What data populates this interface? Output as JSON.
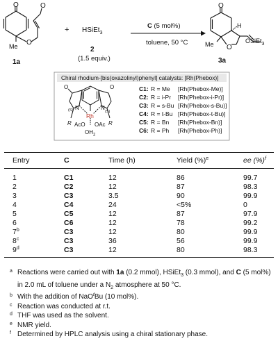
{
  "scheme": {
    "reactant_label": "1a",
    "reagent_formula": "HSiEt",
    "reagent_sub": "3",
    "reagent_label": "2",
    "reagent_equiv": "(1.5 equiv.)",
    "plus": "+",
    "catalyst_above_arrow_prefix": "C",
    "catalyst_above_arrow_suffix": " (5 mol%)",
    "conditions_below_arrow": "toluene, 50 °C",
    "product_label": "3a",
    "atom_labels": {
      "o_ketone": "O",
      "o_ether": "O",
      "o_aldehyde": "O",
      "me": "Me",
      "h_label": "H",
      "osiet3": "OSiEt",
      "osiet3_sub": "3"
    },
    "catalyst_box": {
      "title": "Chiral rhodium-[bis(oxazolinyl)phenyl] catalysts: [Rh(Phebox)]",
      "struct_labels": {
        "rh": "Rh",
        "n_left": "N",
        "n_right": "N",
        "o_left": "O",
        "o_right": "O",
        "s_left": "(S)",
        "s_right": "(S)",
        "r_left": "R",
        "r_right": "R",
        "aco": "AcO",
        "oac": "OAc",
        "oh2": "OH",
        "oh2_sub": "2"
      },
      "entries": [
        {
          "code": "C1:",
          "r": "R = Me",
          "name": "[Rh(Phebox-Me)]"
        },
        {
          "code": "C2:",
          "r": "R = i-Pr",
          "name": "[Rh(Phebox-i-Pr)]"
        },
        {
          "code": "C3:",
          "r": "R = s-Bu",
          "name": "[Rh(Phebox-s-Bu)]"
        },
        {
          "code": "C4:",
          "r": "R = t-Bu",
          "name": "[Rh(Phebox-t-Bu)]"
        },
        {
          "code": "C5:",
          "r": "R = Bn",
          "name": "[Rh(Phebox-Bn)]"
        },
        {
          "code": "C6:",
          "r": "R = Ph",
          "name": "[Rh(Phebox-Ph)]"
        }
      ]
    }
  },
  "table": {
    "headers": {
      "entry": "Entry",
      "cat": "C",
      "time": "Time (h)",
      "yield": "Yield (%)",
      "yield_mark": "e",
      "ee": "ee (%)",
      "ee_mark": "f"
    },
    "rows": [
      {
        "entry": "1",
        "mark": "",
        "cat": "C1",
        "time": "12",
        "yield": "86",
        "ee": "99.7"
      },
      {
        "entry": "2",
        "mark": "",
        "cat": "C2",
        "time": "12",
        "yield": "87",
        "ee": "98.3"
      },
      {
        "entry": "3",
        "mark": "",
        "cat": "C3",
        "time": "3.5",
        "yield": "90",
        "ee": "99.9"
      },
      {
        "entry": "4",
        "mark": "",
        "cat": "C4",
        "time": "24",
        "yield": "<5%",
        "ee": "0"
      },
      {
        "entry": "5",
        "mark": "",
        "cat": "C5",
        "time": "12",
        "yield": "87",
        "ee": "97.9"
      },
      {
        "entry": "6",
        "mark": "",
        "cat": "C6",
        "time": "12",
        "yield": "78",
        "ee": "99.2"
      },
      {
        "entry": "7",
        "mark": "b",
        "cat": "C3",
        "time": "12",
        "yield": "80",
        "ee": "99.9"
      },
      {
        "entry": "8",
        "mark": "c",
        "cat": "C3",
        "time": "36",
        "yield": "56",
        "ee": "99.9"
      },
      {
        "entry": "9",
        "mark": "d",
        "cat": "C3",
        "time": "12",
        "yield": "80",
        "ee": "98.3"
      }
    ]
  },
  "footnotes": {
    "a": {
      "mark": "a",
      "t1": "Reactions were carried out with ",
      "b1": "1a",
      "t2": " (0.2 mmol), HSiEt",
      "s1": "3",
      "t3": " (0.3 mmol), and ",
      "b2": "C",
      "t4": " (5 mol%) in 2.0 mL of toluene under a N",
      "s2": "2",
      "t5": " atmosphere at 50 °C."
    },
    "b": {
      "mark": "b",
      "text": "With the addition of NaO",
      "italic": "t",
      "text2": "Bu (10 mol%)."
    },
    "c": {
      "mark": "c",
      "text": "Reaction was conducted at r.t."
    },
    "d": {
      "mark": "d",
      "text": "THF was used as the solvent."
    },
    "e": {
      "mark": "e",
      "text": "NMR yield."
    },
    "f": {
      "mark": "f",
      "text": "Determined by HPLC analysis using a chiral stationary phase."
    }
  }
}
